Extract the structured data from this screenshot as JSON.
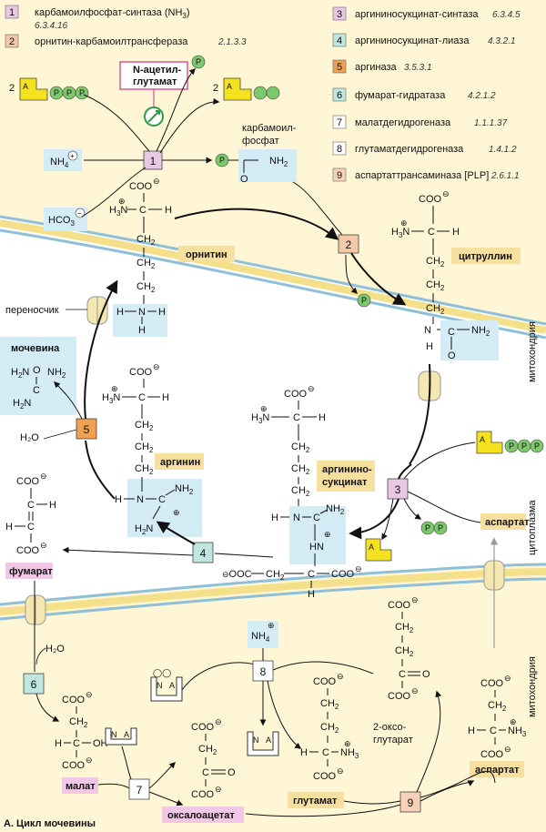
{
  "figure_title": "А. Цикл мочевины",
  "legend": [
    {
      "num": "1",
      "name": "карбамоилфосфат-синтаза (NH",
      "sub": "3",
      "tail": ")",
      "ec": "6.3.4.16",
      "color": "#e9c8e6"
    },
    {
      "num": "2",
      "name": "орнитин-карбамоилтрансфераза",
      "ec": "2.1.3.3",
      "color": "#f3c9a8"
    },
    {
      "num": "3",
      "name": "аргининосукцинат-синтаза",
      "ec": "6.3.4.5",
      "color": "#e9c8e6"
    },
    {
      "num": "4",
      "name": "аргининосукцинат-лиаза",
      "ec": "4.3.2.1",
      "color": "#bfe6df"
    },
    {
      "num": "5",
      "name": "аргиназа",
      "ec": "3.5.3.1",
      "color": "#f0a050"
    },
    {
      "num": "6",
      "name": "фумарат-гидратаза",
      "ec": "4.2.1.2",
      "color": "#bfe6df"
    },
    {
      "num": "7",
      "name": "малатдегидрогеназа",
      "ec": "1.1.1.37",
      "color": "#ffffff"
    },
    {
      "num": "8",
      "name": "глутаматдегидрогеназа",
      "ec": "1.4.1.2",
      "color": "#ffffff"
    },
    {
      "num": "9",
      "name": "аспартаттрансаминаза [PLP]",
      "ec": "2.6.1.1",
      "color": "#f7d2b8"
    }
  ],
  "compartments": {
    "mito_top": "митохондрия",
    "cyto": "цитоплазма",
    "mito_bottom": "митохондрия"
  },
  "labels": {
    "n_acetyl_glutamate_1": "N-ацетил-",
    "n_acetyl_glutamate_2": "глутамат",
    "carbamoyl_phosphate_1": "карбамоил-",
    "carbamoyl_phosphate_2": "фосфат",
    "ornithine": "орнитин",
    "citrulline": "цитруллин",
    "carrier": "переносчик",
    "urea": "мочевина",
    "arginine": "аргинин",
    "argininosuccinate_1": "аргинино-",
    "argininosuccinate_2": "сукцинат",
    "aspartate_top": "аспартат",
    "fumarate": "фумарат",
    "malate": "малат",
    "oxaloacetate": "оксалоацетат",
    "glutamate": "глутамат",
    "oxoglutarate_1": "2-оксо-",
    "oxoglutarate_2": "глутарат",
    "aspartate_bottom": "аспартат"
  },
  "chem": {
    "nh4": "NH",
    "hco3": "HCO",
    "h2o": "H₂O",
    "coo": "COO",
    "p": "P",
    "a": "A",
    "two": "2",
    "nh2": "NH",
    "n": "N",
    "h": "H",
    "ch2": "CH",
    "c": "C",
    "o": "O",
    "oh": "OH",
    "ooc": "OOC"
  },
  "colors": {
    "membrane_fill": "#f7ecb0",
    "membrane_line": "#8fc0d8",
    "label_bg": "#f7dfa0",
    "nh_box": "#d4ecf6",
    "phosphate": "#7cc86a",
    "adenine": "#f4e21e",
    "enzyme_pink": "#e9c8e6"
  }
}
